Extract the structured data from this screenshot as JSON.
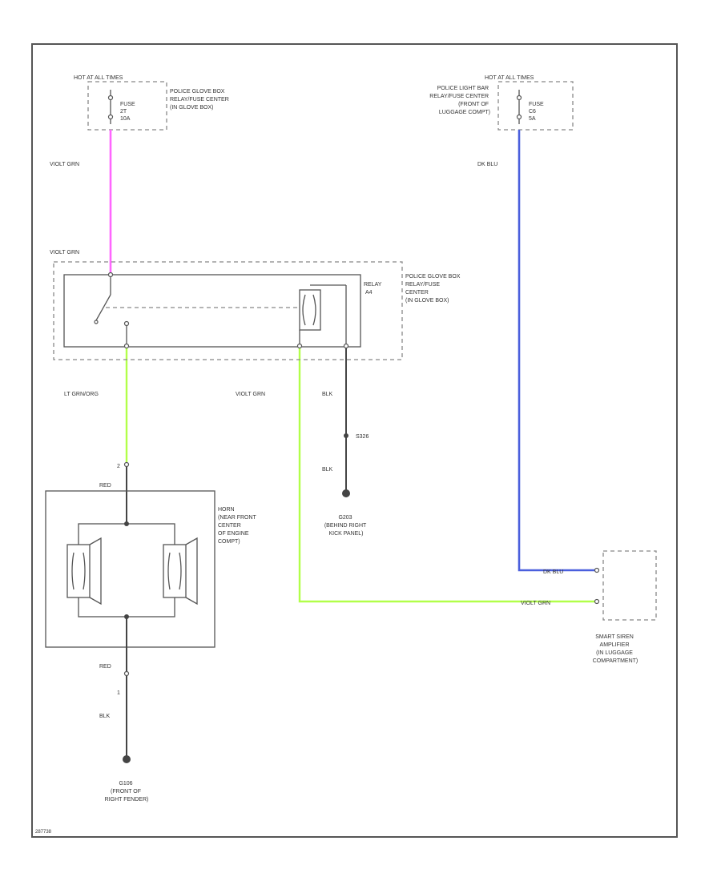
{
  "diagram": {
    "fuse_left": {
      "hot_label": "HOT AT ALL TIMES",
      "fuse_label": "FUSE",
      "fuse_amp": "2T",
      "fuse_rating": "10A",
      "location": [
        "POLICE GLOVE BOX",
        "RELAY/FUSE CENTER",
        "(IN GLOVE BOX)"
      ]
    },
    "fuse_right": {
      "hot_label": "HOT AT ALL TIMES",
      "fuse_label": "FUSE",
      "fuse_amp": "C6",
      "fuse_rating": "5A",
      "location": [
        "POLICE LIGHT BAR",
        "RELAY/FUSE CENTER",
        "(FRONT OF",
        "LUGGAGE COMPT)"
      ]
    },
    "relay": {
      "name": "RELAY",
      "number": "A4",
      "location": [
        "POLICE GLOVE BOX",
        "RELAY/FUSE",
        "CENTER",
        "(IN GLOVE BOX)"
      ]
    },
    "horn": {
      "title": [
        "HORN",
        "(NEAR FRONT",
        "CENTER",
        "OF ENGINE",
        "COMPT)"
      ]
    },
    "ground_mid": {
      "splice": "S326",
      "name": "G203",
      "location": [
        "(BEHIND RIGHT",
        "KICK PANEL)"
      ]
    },
    "ground_horn": {
      "name": "G106",
      "location": [
        "(FRONT OF",
        "RIGHT FENDER)"
      ]
    },
    "amplifier": {
      "title": [
        "SMART SIREN",
        "AMPLIFIER",
        "(IN LUGGAGE",
        "COMPARTMENT)"
      ]
    },
    "wires": {
      "violet_grn_top": "VIOLT GRN",
      "violet_grn_relay": "VIOLT GRN",
      "dk_blu": "DK BLU",
      "dk_blu_amp": "DK BLU",
      "lt_grn_org": "LT GRN/ORG",
      "violet_grn_mid": "VIOLT GRN",
      "violet_grn_amp": "VIOLT GRN",
      "blk_upper": "BLK",
      "blk_lower": "BLK",
      "horn_top_color": "RED",
      "horn_top_pin": "2",
      "horn_bottom_color": "RED",
      "horn_bottom_pin": "1",
      "horn_ground_color": "BLK"
    },
    "footer_code": "287738"
  },
  "colors": {
    "violet_wire": "#ff66ff",
    "blue_wire": "#4a5fdd",
    "green_wire": "#b2ff4a",
    "frame": "#555555"
  }
}
